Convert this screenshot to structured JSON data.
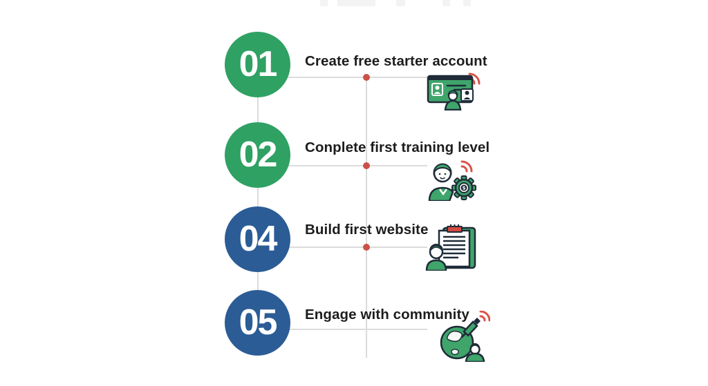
{
  "diagram": {
    "type": "vertical-step-timeline",
    "steps": [
      {
        "number": "01",
        "label": "Create free starter account",
        "circle_color": "#2FA163",
        "icon": "webinar-screen-icon",
        "has_milestone_dot": true
      },
      {
        "number": "02",
        "label": "Conplete first training level",
        "circle_color": "#2FA163",
        "icon": "training-reward-icon",
        "has_milestone_dot": true
      },
      {
        "number": "04",
        "label": "Build first website",
        "circle_color": "#2B5C96",
        "icon": "website-checklist-icon",
        "has_milestone_dot": true
      },
      {
        "number": "05",
        "label": "Engage with community",
        "circle_color": "#2B5C96",
        "icon": "community-globe-icon",
        "has_milestone_dot": false
      }
    ]
  },
  "icons": {
    "dollar_glyph": "$"
  },
  "colors": {
    "step_green": "#2FA163",
    "step_blue": "#2B5C96",
    "milestone_dot_red": "#CB5147",
    "connector_gray": "#DBDBDB",
    "label_text": "#1D1D1D",
    "icon_green": "#3FA56B",
    "icon_outline": "#1F2B38",
    "icon_signal_red": "#D9534A",
    "icon_clip_red": "#D64A42",
    "background": "#FFFFFF"
  }
}
